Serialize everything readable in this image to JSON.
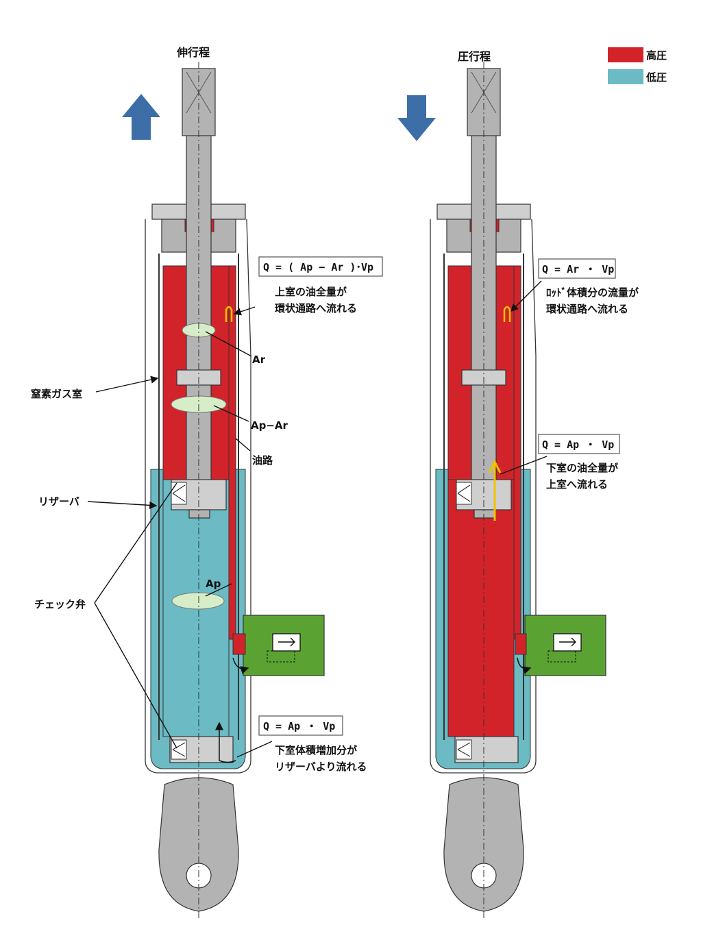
{
  "strokes": {
    "extension": "伸行程",
    "compression": "圧行程"
  },
  "legend": {
    "high": {
      "label": "高圧",
      "color": "#d3232a"
    },
    "low": {
      "label": "低圧",
      "color": "#6bbac4"
    }
  },
  "colors": {
    "arrow_blue": "#3d6ea8",
    "valve_green": "#5aa332",
    "flow_yellow": "#f2c200",
    "body_gray": "#b3b3b3"
  },
  "left": {
    "eq_top": "Q = ( Ap − Ar )･Vp",
    "note_top": [
      "上室の油全量が",
      "環状通路へ流れる"
    ],
    "eq_bottom": "Q = Ap ・ Vp",
    "note_bottom": [
      "下室体積増加分が",
      "リザーバより流れる"
    ],
    "labels": {
      "ar": "Ar",
      "ap_ar": "Ap−Ar",
      "ap": "Ap",
      "oil_path": "油路",
      "nitrogen": "窒素ガス室",
      "reservoir": "リザーバ",
      "check_valve": "チェック弁"
    }
  },
  "right": {
    "eq_top": "Q = Ar ・ Vp",
    "note_top": [
      "ﾛｯﾄﾞ体積分の流量が",
      "環状通路へ流れる"
    ],
    "eq_mid": "Q = Ap ・ Vp",
    "note_mid": [
      "下室の油全量が",
      "上室へ流れる"
    ]
  }
}
